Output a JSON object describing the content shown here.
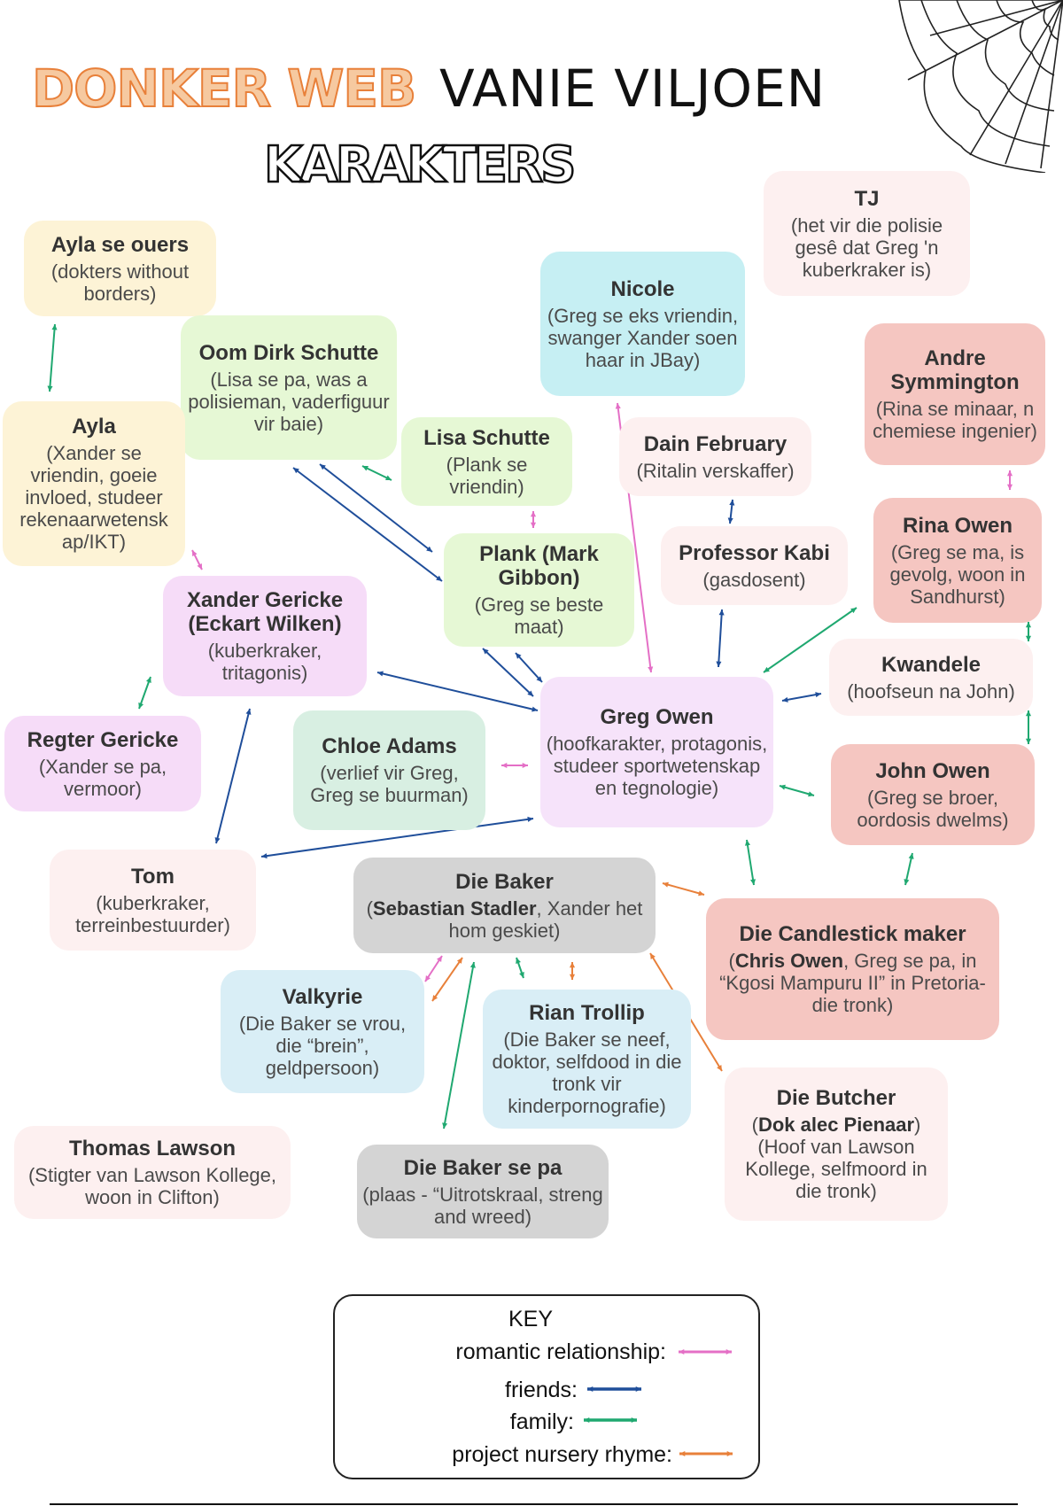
{
  "title": {
    "part1": "DONKER WEB",
    "part2": "VANIE VILJOEN",
    "subtitle": "KARAKTERS"
  },
  "colors": {
    "romantic": "#e46fc6",
    "friends": "#1f4e9a",
    "family": "#1fa870",
    "nursery": "#e8803a"
  },
  "nodes": [
    {
      "id": "ayla-ouers",
      "name": "Ayla se ouers",
      "desc": "(dokters without borders)",
      "color": "#fdf3d6"
    },
    {
      "id": "oom-dirk",
      "name": "Oom Dirk Schutte",
      "desc": "(Lisa se pa, was a polisieman, vaderfiguur vir baie)",
      "color": "#e6f8d5"
    },
    {
      "id": "ayla",
      "name": "Ayla",
      "desc": "(Xander se vriendin, goeie invloed, studeer rekenaarwetensk ap/IKT)",
      "color": "#fdf3d6"
    },
    {
      "id": "lisa",
      "name": "Lisa Schutte",
      "desc": "(Plank se vriendin)",
      "color": "#e6f8d5"
    },
    {
      "id": "nicole",
      "name": "Nicole",
      "desc": "(Greg se eks vriendin, swanger Xander soen haar in JBay)",
      "color": "#c6eff3"
    },
    {
      "id": "tj",
      "name": "TJ",
      "desc": "(het vir die polisie gesê dat Greg 'n kuberkraker is)",
      "color": "#fdf0f0"
    },
    {
      "id": "andre",
      "name": "Andre Symmington",
      "desc": "(Rina se minaar, n chemiese ingenier)",
      "color": "#f5c6c1"
    },
    {
      "id": "dain",
      "name": "Dain February",
      "desc": "(Ritalin verskaffer)",
      "color": "#fdf0f0"
    },
    {
      "id": "plank",
      "name": "Plank (Mark Gibbon)",
      "desc": "(Greg se beste maat)",
      "color": "#e6f8d5"
    },
    {
      "id": "kabi",
      "name": "Professor Kabi",
      "desc": "(gasdosent)",
      "color": "#fdf0f0"
    },
    {
      "id": "rina",
      "name": "Rina Owen",
      "desc": "(Greg se ma, is gevolg, woon in Sandhurst)",
      "color": "#f5c6c1"
    },
    {
      "id": "xander",
      "name": "Xander Gericke (Eckart Wilken)",
      "desc": "(kuberkraker, tritagonis)",
      "color": "#f6dcf8"
    },
    {
      "id": "kwandele",
      "name": "Kwandele",
      "desc": "(hoofseun na John)",
      "color": "#fdf0f0"
    },
    {
      "id": "greg",
      "name": "Greg Owen",
      "desc": "(hoofkarakter, protagonis, studeer sportwetenskap en tegnologie)",
      "color": "#f6e3fa"
    },
    {
      "id": "regter",
      "name": "Regter Gericke",
      "desc": "(Xander se pa, vermoor)",
      "color": "#f6dcf8"
    },
    {
      "id": "chloe",
      "name": "Chloe Adams",
      "desc": "(verlief vir Greg, Greg se buurman)",
      "color": "#d8efe2"
    },
    {
      "id": "john",
      "name": "John Owen",
      "desc": "(Greg se broer, oordosis dwelms)",
      "color": "#f5c6c1"
    },
    {
      "id": "tom",
      "name": "Tom",
      "desc": "(kuberkraker, terreinbestuurder)",
      "color": "#fdf0f0"
    },
    {
      "id": "baker",
      "name": "Die Baker",
      "desc_rich": [
        {
          "text": "(",
          "bold": false
        },
        {
          "text": "Sebastian Stadler",
          "bold": true
        },
        {
          "text": ", Xander het hom geskiet)",
          "bold": false
        }
      ],
      "color": "#d4d4d4"
    },
    {
      "id": "candlestick",
      "name": "Die Candlestick maker",
      "desc_rich": [
        {
          "text": "(",
          "bold": false
        },
        {
          "text": "Chris Owen",
          "bold": true
        },
        {
          "text": ", Greg se pa, in “Kgosi Mampuru II” in Pretoria- die tronk)",
          "bold": false
        }
      ],
      "color": "#f5c6c1"
    },
    {
      "id": "valkyrie",
      "name": "Valkyrie",
      "desc": "(Die Baker se vrou, die “brein”, geldpersoon)",
      "color": "#d9eef6"
    },
    {
      "id": "rian",
      "name": "Rian Trollip",
      "desc": "(Die Baker se neef, doktor, selfdood in die tronk vir kinderpornografie)",
      "color": "#d9eef6"
    },
    {
      "id": "butcher",
      "name": "Die Butcher",
      "desc_rich": [
        {
          "text": "(",
          "bold": false
        },
        {
          "text": "Dok alec Pienaar",
          "bold": true
        },
        {
          "text": ") (Hoof van Lawson Kollege, selfmoord in die tronk)",
          "bold": false
        }
      ],
      "color": "#fdf0f0"
    },
    {
      "id": "thomas",
      "name": "Thomas Lawson",
      "desc": "(Stigter van Lawson Kollege, woon in Clifton)",
      "color": "#fdf0f0"
    },
    {
      "id": "baker-pa",
      "name": "Die Baker se pa",
      "desc": "(plaas - “Uitrotskraal, streng and wreed)",
      "color": "#d4d4d4"
    }
  ],
  "relations": [
    {
      "from": "ayla-ouers",
      "to": "ayla",
      "type": "family"
    },
    {
      "from": "oom-dirk",
      "to": "plank",
      "type": "friends"
    },
    {
      "from": "oom-dirk",
      "to": "plank",
      "type": "friends"
    },
    {
      "from": "oom-dirk",
      "to": "lisa",
      "type": "family"
    },
    {
      "from": "lisa",
      "to": "plank",
      "type": "romantic"
    },
    {
      "from": "nicole",
      "to": "greg",
      "type": "romantic"
    },
    {
      "from": "dain",
      "to": "kabi",
      "type": "friends"
    },
    {
      "from": "kabi",
      "to": "greg",
      "type": "friends"
    },
    {
      "from": "andre",
      "to": "rina",
      "type": "romantic"
    },
    {
      "from": "rina",
      "to": "greg",
      "type": "family"
    },
    {
      "from": "rina",
      "to": "kwandele",
      "type": "family"
    },
    {
      "from": "kwandele",
      "to": "greg",
      "type": "friends"
    },
    {
      "from": "kwandele",
      "to": "john",
      "type": "family"
    },
    {
      "from": "ayla",
      "to": "xander",
      "type": "romantic"
    },
    {
      "from": "plank",
      "to": "greg",
      "type": "friends"
    },
    {
      "from": "plank",
      "to": "greg",
      "type": "friends"
    },
    {
      "from": "xander",
      "to": "greg",
      "type": "friends"
    },
    {
      "from": "xander",
      "to": "regter",
      "type": "family"
    },
    {
      "from": "xander",
      "to": "tom",
      "type": "friends"
    },
    {
      "from": "chloe",
      "to": "greg",
      "type": "romantic"
    },
    {
      "from": "greg",
      "to": "tom",
      "type": "friends"
    },
    {
      "from": "greg",
      "to": "john",
      "type": "family"
    },
    {
      "from": "greg",
      "to": "candlestick",
      "type": "family"
    },
    {
      "from": "john",
      "to": "candlestick",
      "type": "family"
    },
    {
      "from": "baker",
      "to": "candlestick",
      "type": "nursery"
    },
    {
      "from": "baker",
      "to": "valkyrie",
      "type": "romantic"
    },
    {
      "from": "baker",
      "to": "valkyrie",
      "type": "nursery"
    },
    {
      "from": "baker",
      "to": "baker-pa",
      "type": "family"
    },
    {
      "from": "baker",
      "to": "rian",
      "type": "family"
    },
    {
      "from": "baker",
      "to": "rian",
      "type": "nursery"
    },
    {
      "from": "baker",
      "to": "butcher",
      "type": "nursery"
    }
  ],
  "key": {
    "title": "KEY",
    "romantic": "romantic relationship:",
    "friends": "friends:",
    "family": "family:",
    "nursery": "project nursery rhyme:"
  }
}
